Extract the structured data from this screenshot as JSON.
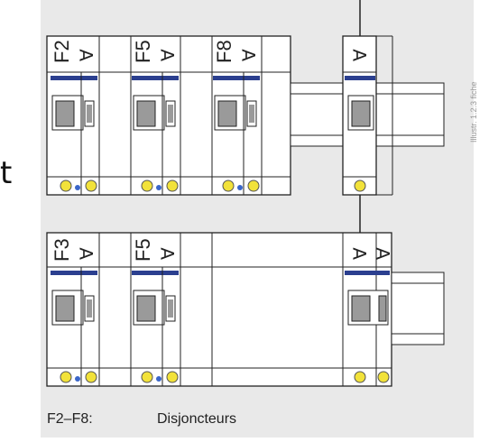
{
  "diagram": {
    "top_row": {
      "labels": [
        "F2",
        "F5",
        "F8"
      ],
      "right_symbol": "∀"
    },
    "bottom_row": {
      "labels": [
        "F3",
        "F5"
      ],
      "right_symbols": [
        "∀",
        "∀"
      ]
    },
    "module_symbol": "∀",
    "caption": {
      "range": "F2–F8:",
      "definition": "Disjoncteurs"
    },
    "edge_glyph": "t",
    "side_note": "Illustr. 1.2.3 fiche"
  },
  "colors": {
    "panel_bg": "#e9e9e9",
    "blue_bar": "#2b3f8f",
    "led_yellow": "#f2e23a",
    "led_blue": "#3a66c9",
    "line": "#222222"
  }
}
